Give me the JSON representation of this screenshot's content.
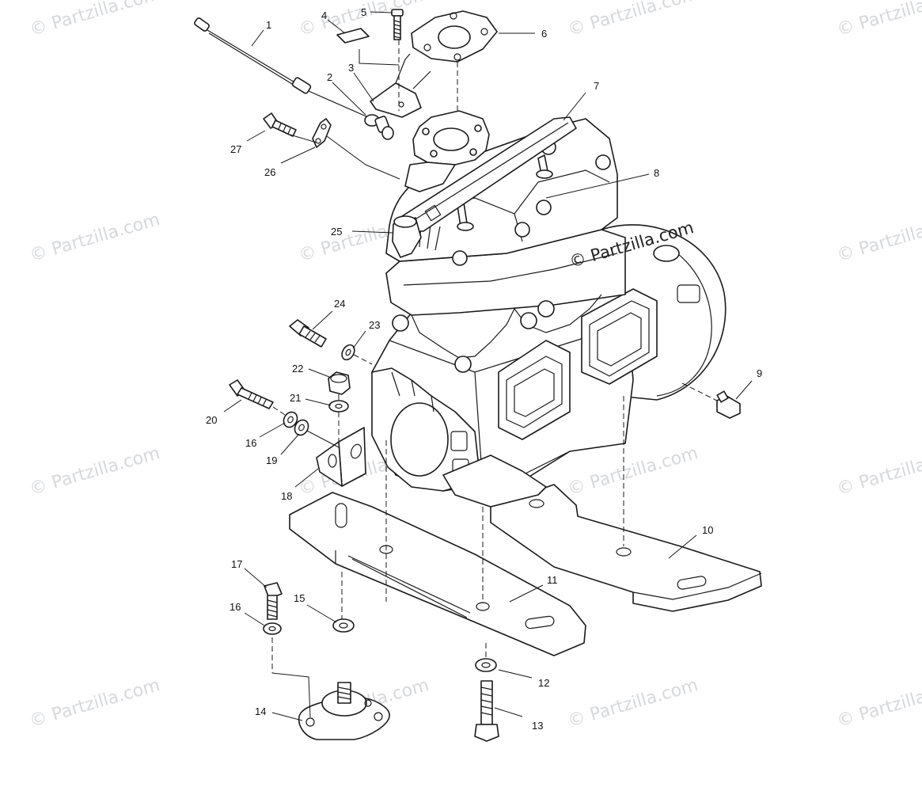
{
  "diagram": {
    "watermark_text": "© Partzilla.com",
    "watermark_color": "#c9ccd0",
    "line_color": "#1a1a1a",
    "callouts": [
      "1",
      "2",
      "3",
      "4",
      "5",
      "6",
      "7",
      "8",
      "9",
      "10",
      "11",
      "12",
      "13",
      "14",
      "15",
      "16",
      "17",
      "18",
      "19",
      "20",
      "21",
      "22",
      "23",
      "24",
      "25",
      "26",
      "27"
    ]
  }
}
